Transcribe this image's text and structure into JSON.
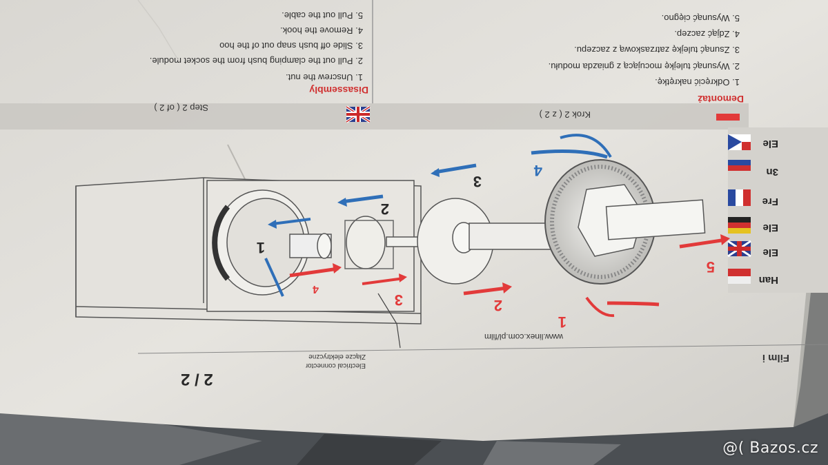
{
  "photo": {
    "subject": "",
    "page_number": "2 / 2"
  },
  "header": {
    "title_pl": "Demontaż",
    "step_pl": "Krok 2 ( z 2 )",
    "step_en": "Step 2 ( of 2 )",
    "section_en": "Disassembly"
  },
  "steps_en": [
    "1. Unscrew the nut.",
    "2. Pull out the clamping bush from the socket module.",
    "3. Slide off bush snap out of the hoo",
    "4. Remove the hook.",
    "5. Pull out the cable."
  ],
  "steps_pl": [
    "1. Odkręcić nakrętkę.",
    "2. Wysunąć tulejkę mocującą z gniazda modułu.",
    "3. Zsunąć tulejkę zatrzaskową z zaczepu.",
    "4. Zdjąć zaczep.",
    "5. Wysunąć cięgno."
  ],
  "languages": [
    "Ele",
    "3n",
    "Fre",
    "Ele",
    "Ele",
    "Han"
  ],
  "diagram": {
    "labels_red": [
      "1",
      "2",
      "3",
      "4",
      "5"
    ],
    "labels_blue": [
      "1",
      "2",
      "3",
      "4"
    ],
    "connector_label_pl": "Złącze elektryczne",
    "connector_label_en": "Electrical connector"
  },
  "footer": {
    "url": "www.linex.com.pl/film",
    "film": "Film i"
  },
  "watermark": "@( Bazos.cz",
  "colors": {
    "red": "#e23a3a",
    "blue": "#2f6fb8",
    "paper": "#e9e7e2"
  }
}
